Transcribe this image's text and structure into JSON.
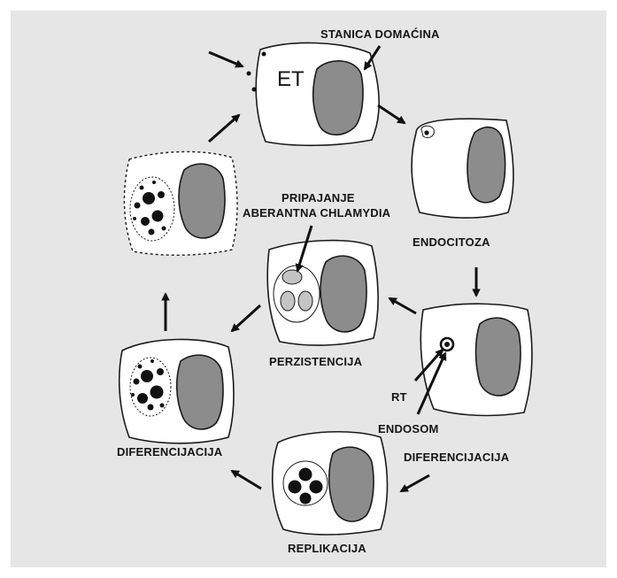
{
  "labels": {
    "host_cell": "STANICA DOMAĆINA",
    "et": "ET",
    "endocytosis": "ENDOCITOZA",
    "attachment_line1": "PRIPAJANJE",
    "attachment_line2": "ABERANTNA CHLAMYDIA",
    "persistence": "PERZISTENCIJA",
    "rt": "RT",
    "endosome": "ENDOSOM",
    "differentiation_right": "DIFERENCIJACIJA",
    "differentiation_left": "DIFERENCIJACIJA",
    "replication": "REPLIKACIJA"
  },
  "colors": {
    "background": "#e6e6e6",
    "cell_fill": "#ffffff",
    "nucleus_fill": "#8c8c8c",
    "outline": "#1a1a1a"
  }
}
